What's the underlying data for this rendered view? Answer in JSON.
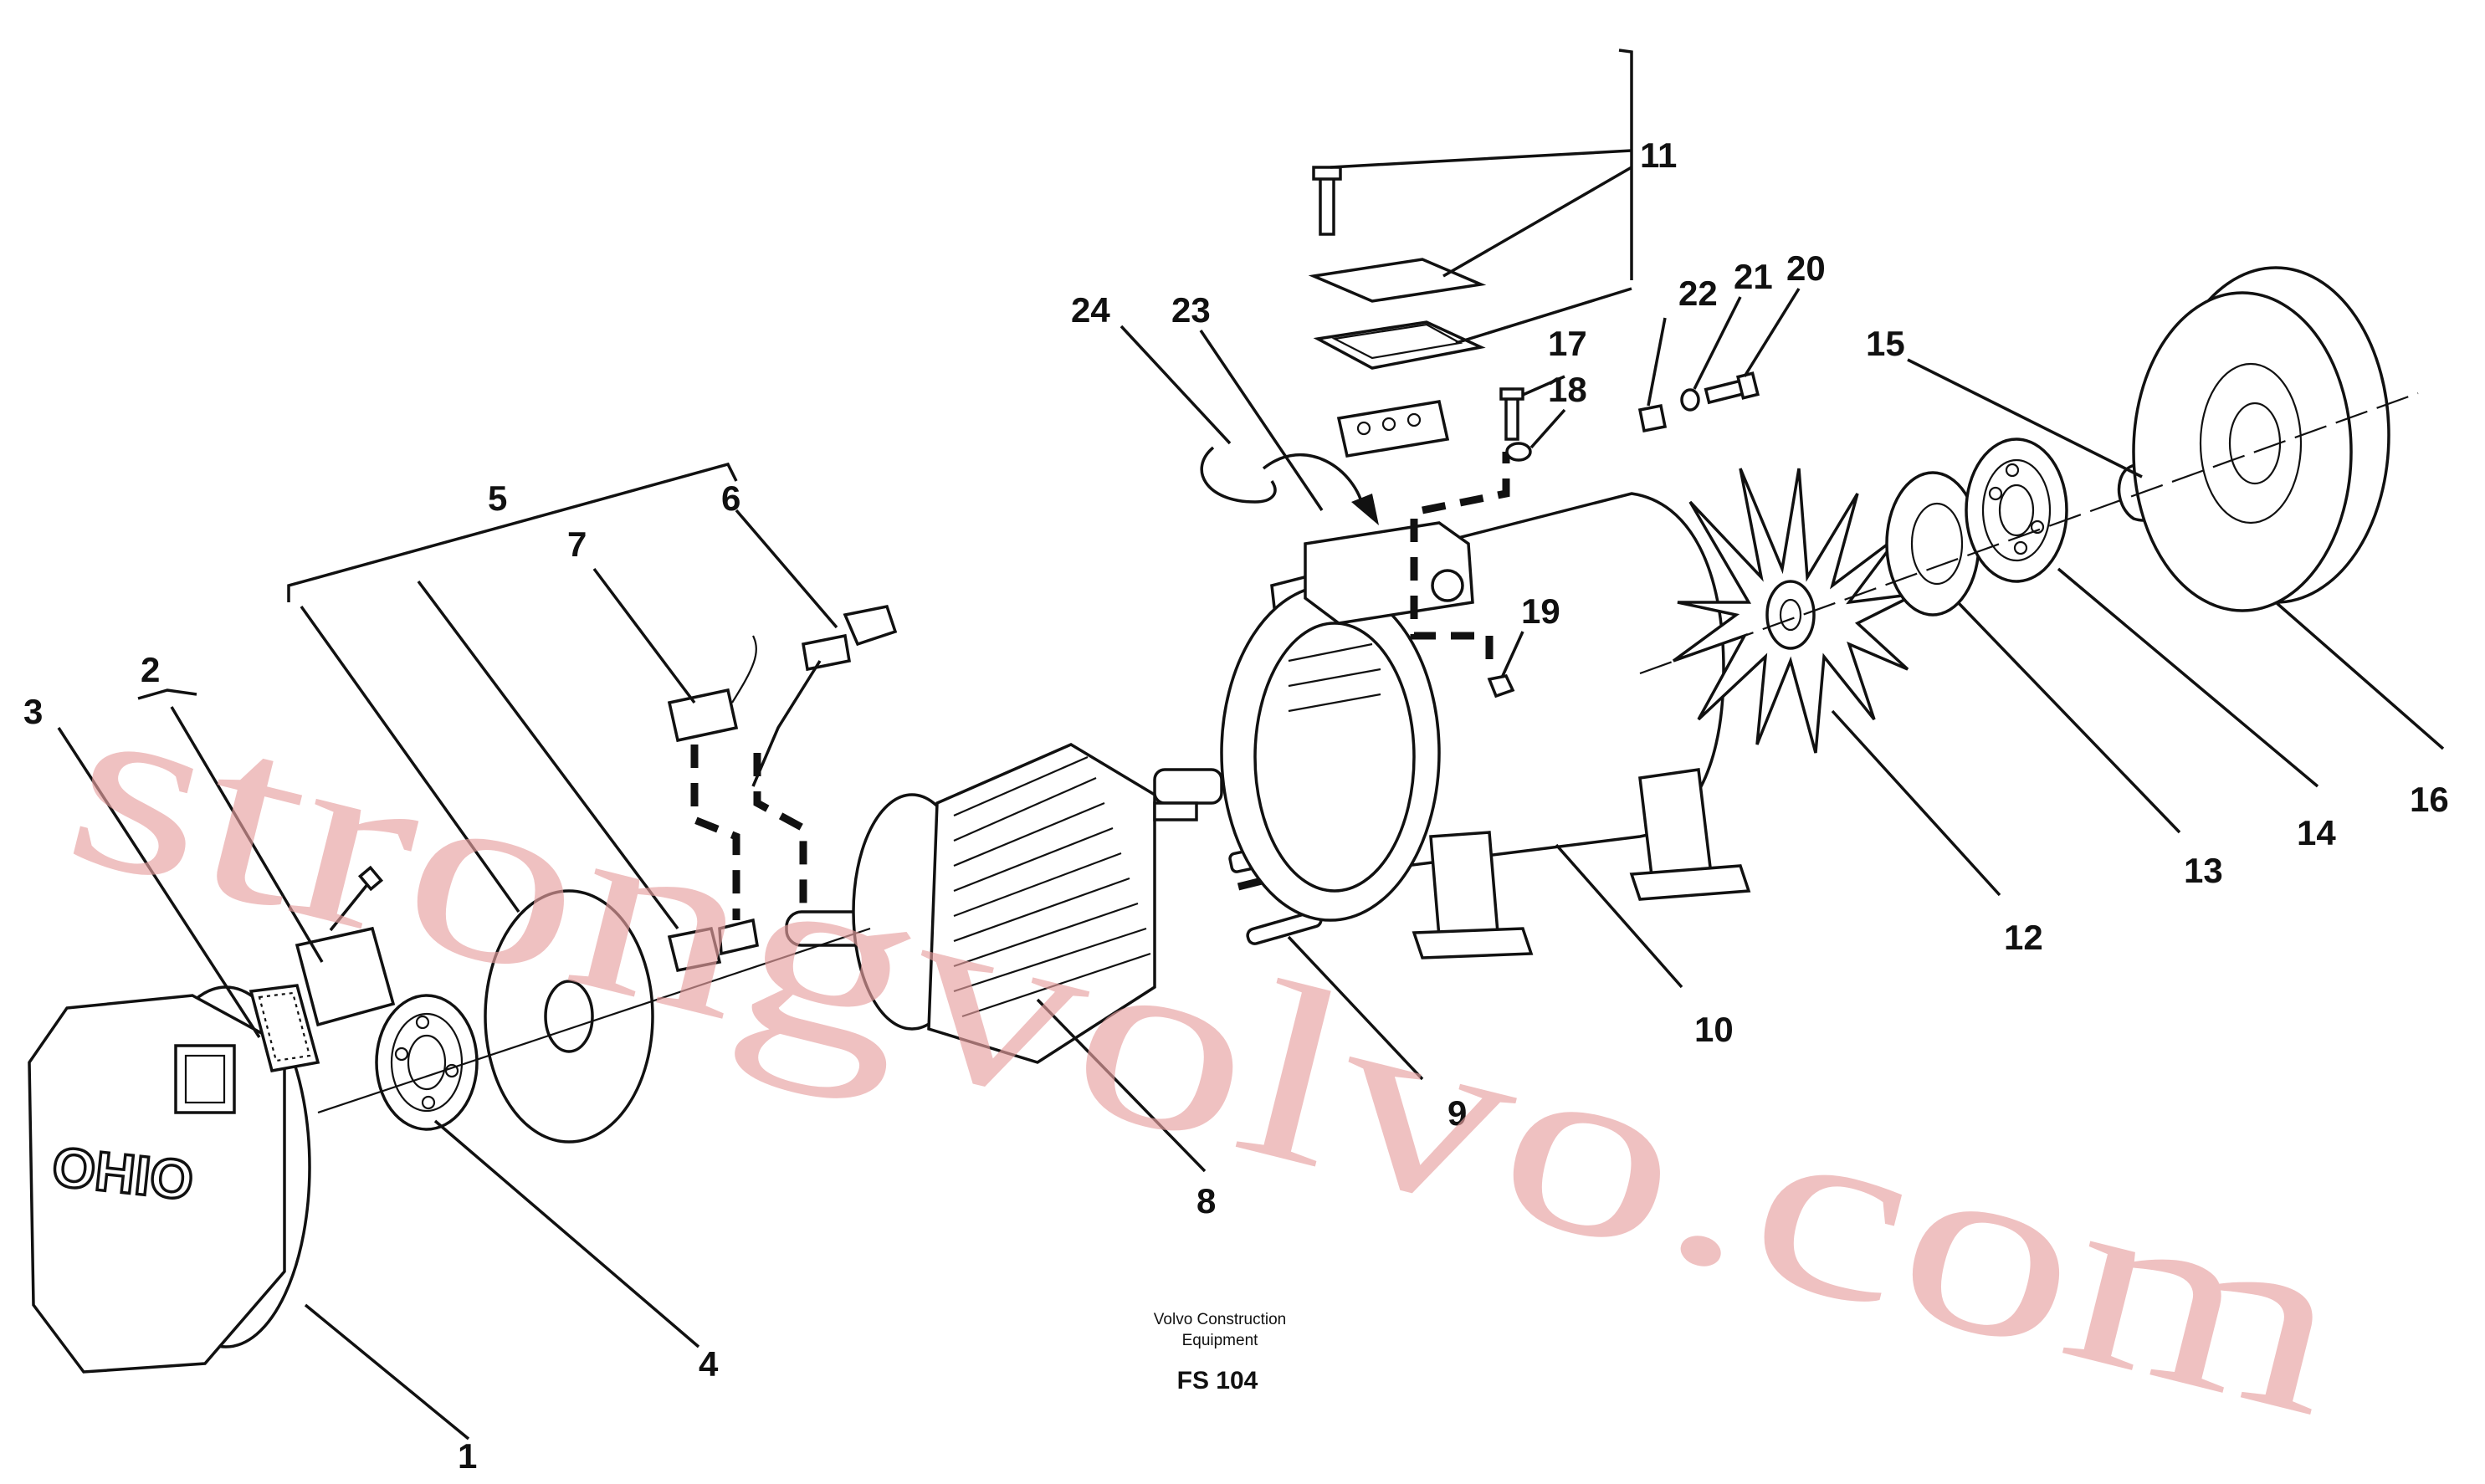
{
  "diagram": {
    "part_numbers": {
      "p1": "1",
      "p2": "2",
      "p3": "3",
      "p4": "4",
      "p5": "5",
      "p6": "6",
      "p7": "7",
      "p8": "8",
      "p9": "9",
      "p10": "10",
      "p11": "11",
      "p12": "12",
      "p13": "13",
      "p14": "14",
      "p15": "15",
      "p16": "16",
      "p17": "17",
      "p18": "18",
      "p19": "19",
      "p20": "20",
      "p21": "21",
      "p22": "22",
      "p23": "23",
      "p24": "24"
    },
    "end_cover_logo": "OHIO",
    "caption_line1": "Volvo Construction",
    "caption_line2": "Equipment",
    "figure_code": "FS 104",
    "watermark": "strongvolvo.com"
  },
  "colors": {
    "line": "#111111",
    "watermark": "#e8a0a0",
    "background": "#ffffff"
  }
}
